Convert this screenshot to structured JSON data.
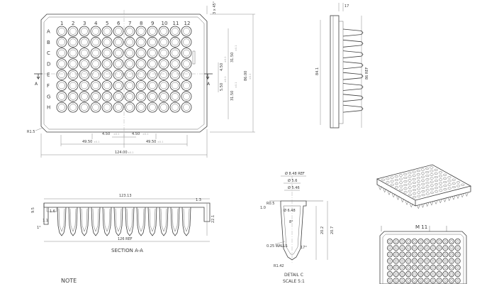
{
  "plate": {
    "rows": [
      "A",
      "B",
      "C",
      "D",
      "E",
      "F",
      "G",
      "H"
    ],
    "cols": [
      "1",
      "2",
      "3",
      "4",
      "5",
      "6",
      "7",
      "8",
      "9",
      "10",
      "11",
      "12"
    ]
  },
  "top_view": {
    "dim_corner": "3 x 45°",
    "dim_3150_top": "31.50",
    "dim_450_right": "4.50",
    "dim_height": "86.00",
    "dim_550": "5.50",
    "dim_3150_bottom": "31.50",
    "dim_radius": "R1.5",
    "dim_450_left": "4.50",
    "dim_450_right_low": "4.50",
    "dim_4950_left": "49.50",
    "dim_4950_right": "49.50",
    "dim_width": "124.00",
    "section_marker": "A",
    "tol": "±0.1"
  },
  "side_view": {
    "dim_top": "17",
    "dim_841": "84.1",
    "dim_ref": "86 REF"
  },
  "section": {
    "dim_top": "123.13",
    "dim_95": "9.5",
    "dim_16": "1.6",
    "dim_11": "1.1",
    "dim_13": "1.3",
    "dim_angle": "1°",
    "dim_221": "22.1",
    "dim_ref": "126 REF",
    "title": "SECTION A-A"
  },
  "detail": {
    "dim_ref": "Ø 8.48 REF",
    "dim_56": "Ø 5.6",
    "dim_546": "Ø 5.46",
    "dim_05": "R0.5",
    "dim_10": "1.0",
    "dim_648": "Ø 6.48",
    "dim_8deg": "8°",
    "dim_wall": "0.25 WALLS",
    "dim_17deg": "17°",
    "dim_r142": "R1.42",
    "dim_202": "20.2",
    "dim_207": "20.7",
    "title": "DETAIL C",
    "scale": "SCALE 5:1"
  },
  "bottom_view": {
    "label": "M 11"
  },
  "note": {
    "title": "NOTE"
  }
}
